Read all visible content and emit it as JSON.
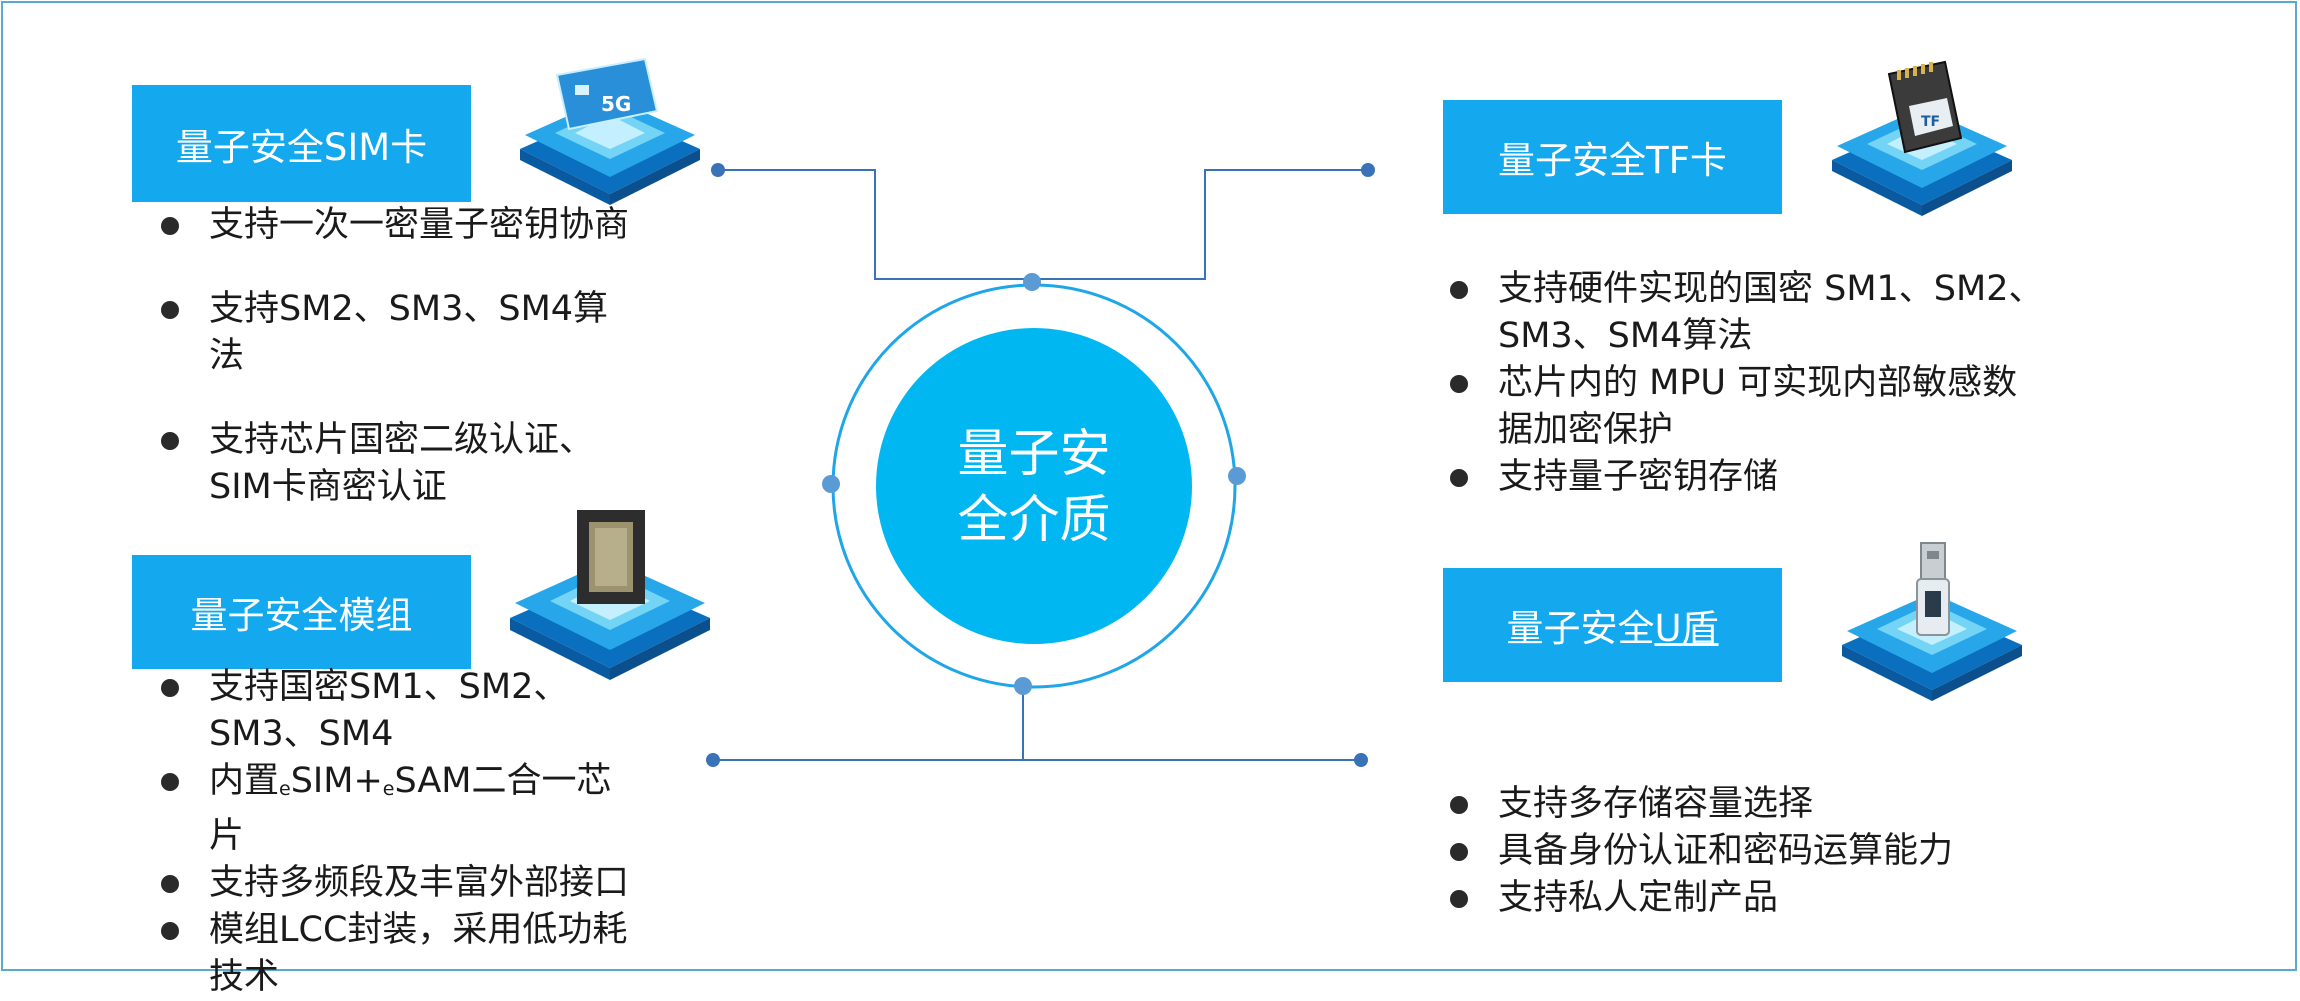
{
  "center": {
    "title_line1": "量子安",
    "title_line2": "全介质"
  },
  "sim_card": {
    "label": "量子安全SIM卡",
    "icon": "sim-card-chip-icon",
    "bullets": [
      "支持一次一密量子密钥协商",
      "支持SM2、SM3、SM4算",
      "法",
      "支持芯片国密二级认证、",
      "SIM卡商密认证"
    ]
  },
  "tf_card": {
    "label": "量子安全TF卡",
    "icon": "tf-card-chip-icon",
    "bullets": [
      "支持硬件实现的国密 SM1、SM2、",
      "SM3、SM4算法",
      "芯片内的 MPU 可实现内部敏感数",
      "据加密保护",
      "支持量子密钥存储"
    ]
  },
  "module": {
    "label": "量子安全模组",
    "icon": "module-chip-icon",
    "bullets": [
      "支持国密SM1、SM2、",
      "SM3、SM4",
      "内置",
      "e",
      "SIM+",
      "e",
      "SAM二合一芯",
      "片",
      "支持多频段及丰富外部接口",
      "模组LCC封装，采用低功耗",
      "技术"
    ]
  },
  "u_shield": {
    "label_prefix": "量子安全",
    "label_underlined": "U盾",
    "icon": "usb-shield-chip-icon",
    "bullets": [
      "支持多存储容量选择",
      "具备身份认证和密码运算能力",
      "支持私人定制产品"
    ]
  },
  "colors": {
    "label_bg": "#14a9ee",
    "center_fill": "#00b7f1",
    "ring": "#1fa6e8",
    "connector": "#3a72b8",
    "node": "#5b9bd5"
  }
}
